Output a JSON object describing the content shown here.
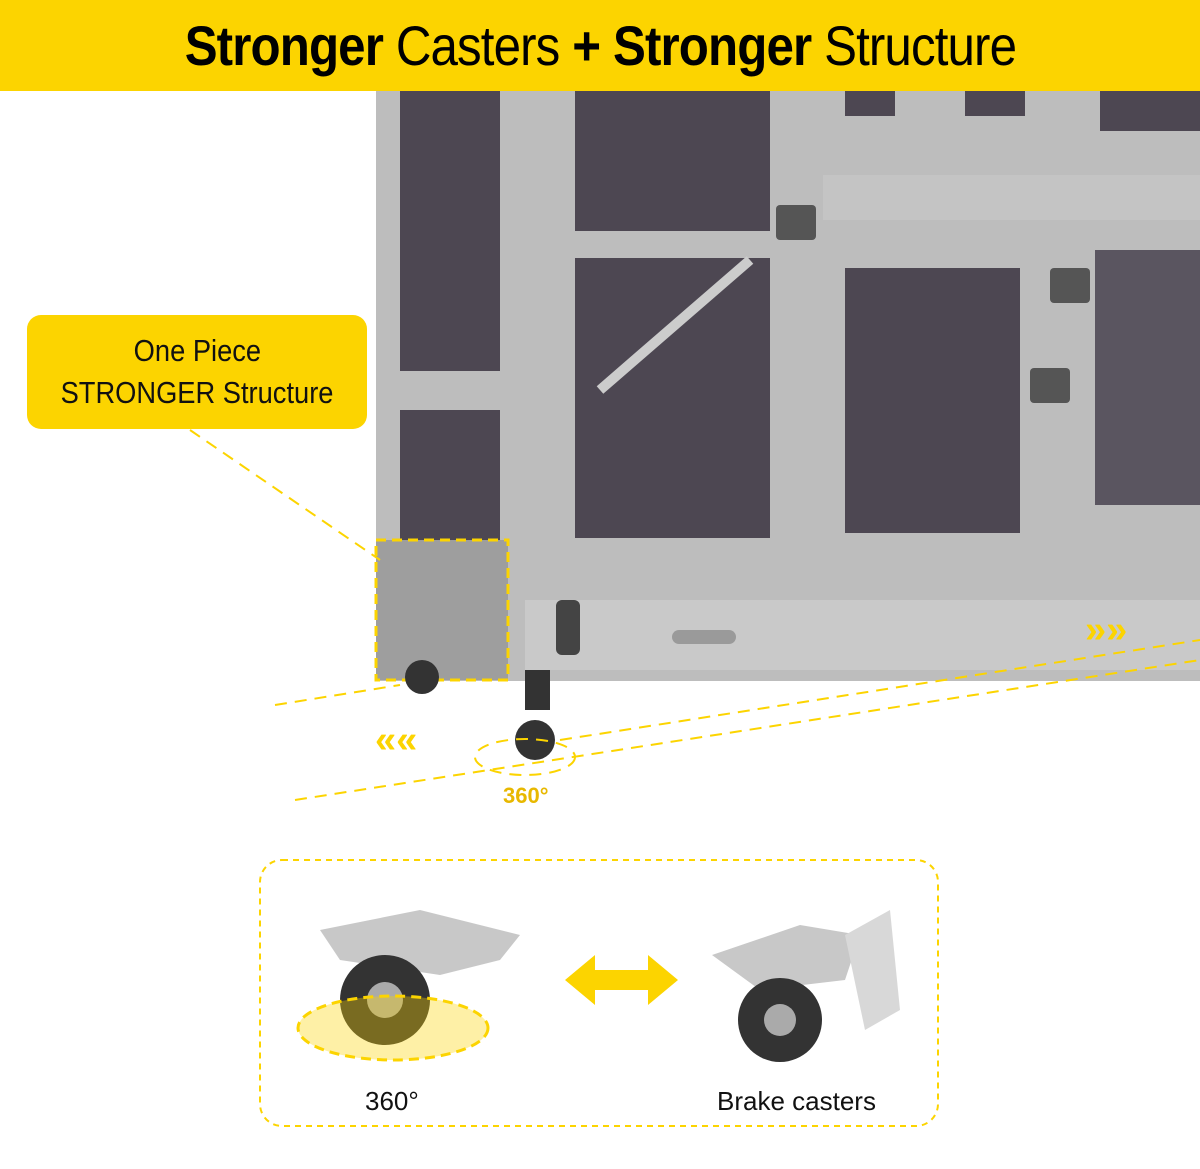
{
  "banner": {
    "part1": "Stronger",
    "part2": " Casters ",
    "part3": "+ ",
    "part4": "Stronger",
    "part5": " Structure"
  },
  "callout": {
    "line1": "One Piece",
    "line2": "STRONGER Structure"
  },
  "rotation_label": "360°",
  "caster_panel": {
    "swivel_label": "360°",
    "brake_label": "Brake casters"
  },
  "colors": {
    "accent": "#fcd400",
    "wood": "#b9b9b9",
    "interior": "#4a4550"
  }
}
